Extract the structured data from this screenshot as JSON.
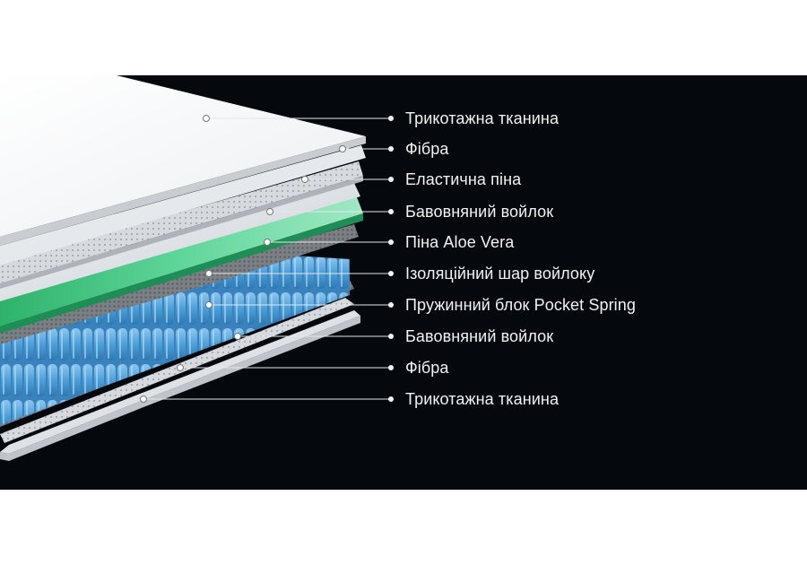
{
  "layers": [
    {
      "id": "top-knit-fabric",
      "label": "Трикотажна тканина"
    },
    {
      "id": "top-fiber",
      "label": "Фібра"
    },
    {
      "id": "elastic-foam",
      "label": "Еластична піна"
    },
    {
      "id": "top-cotton-felt",
      "label": "Бавовняний войлок"
    },
    {
      "id": "aloe-vera-foam",
      "label": "Піна Aloe Vera"
    },
    {
      "id": "insulating-felt",
      "label": "Ізоляційний шар войлоку"
    },
    {
      "id": "pocket-spring-block",
      "label": "Пружинний блок Pocket Spring"
    },
    {
      "id": "bottom-cotton-felt",
      "label": "Бавовняний войлок"
    },
    {
      "id": "bottom-fiber",
      "label": "Фібра"
    },
    {
      "id": "bottom-knit-fabric",
      "label": "Трикотажна тканина"
    }
  ],
  "colors": {
    "background": "#05080d",
    "label_text": "#f2f2f2",
    "leader_line": "#e6e6e6",
    "fabric": "#f4f5f6",
    "fiber": "#e1e4e8",
    "foam": "#d5d9de",
    "felt": "#8c9196",
    "aloe": "#3fbf7a",
    "spring": "#5aa7d9"
  }
}
